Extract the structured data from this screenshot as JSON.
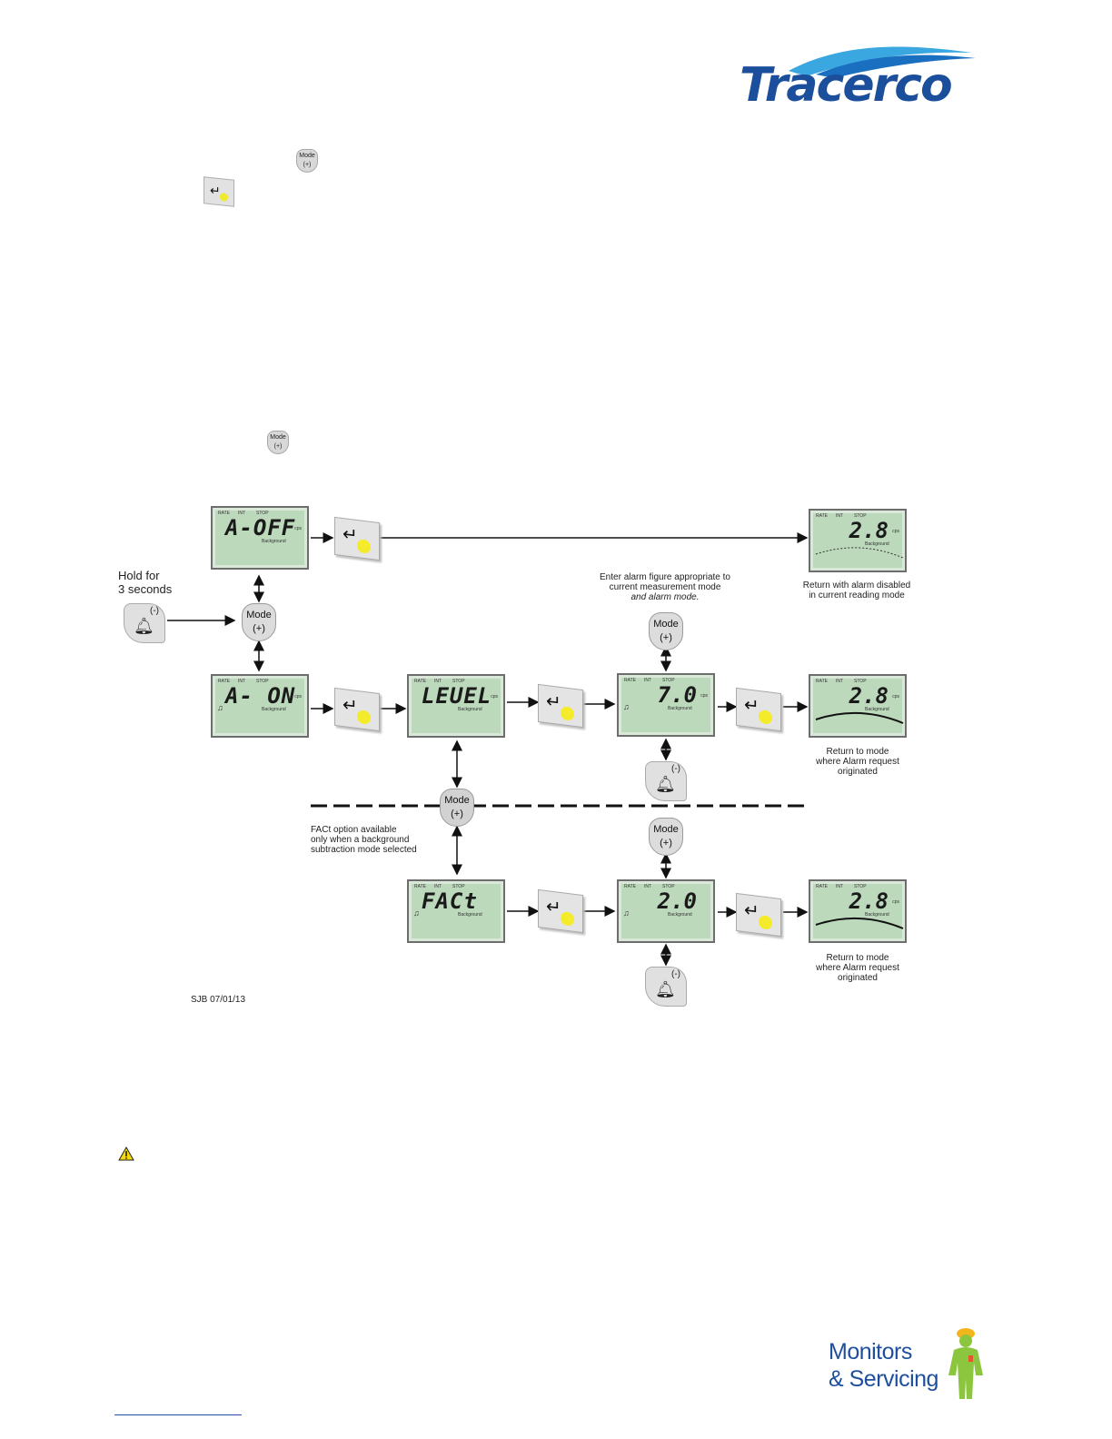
{
  "brand": {
    "name": "Tracerco",
    "color": "#1b4f9c"
  },
  "inline_buttons": {
    "mode_label": "Mode",
    "plus_label": "(+)"
  },
  "diagram": {
    "hold_text_1": "Hold for",
    "hold_text_2": "3 seconds",
    "mode_label": "Mode",
    "plus_label": "(+)",
    "minus_label": "(-)",
    "indicators": [
      "RATE",
      "INT",
      "STOP"
    ],
    "unit": "cps",
    "background_label": "Background",
    "screens": {
      "a_off": "A-OFF",
      "a_on": "A- ON",
      "level": "LEUEL",
      "level_value": "7.0",
      "fact": "FACt",
      "fact_value": "2.0",
      "reading": "2.8"
    },
    "notes": {
      "enter_alarm_1": "Enter alarm figure appropriate to",
      "enter_alarm_2": "current measurement mode",
      "enter_alarm_3": "and alarm mode.",
      "return_disabled_1": "Return with alarm disabled",
      "return_disabled_2": "in current reading mode",
      "return_mode_1": "Return to mode",
      "return_mode_2": "where Alarm request",
      "return_mode_3": "originated",
      "fact_1": "FACt option available",
      "fact_2": "only when a background",
      "fact_3": "subtraction mode selected",
      "signature": "SJB 07/01/13"
    },
    "lcd_color": "#bcd9bc",
    "enter_dot_color": "#f4ec2b"
  },
  "footer": {
    "logo_line_1": "Monitors",
    "logo_line_2": "& Servicing",
    "logo_color": "#1d4f9e"
  }
}
